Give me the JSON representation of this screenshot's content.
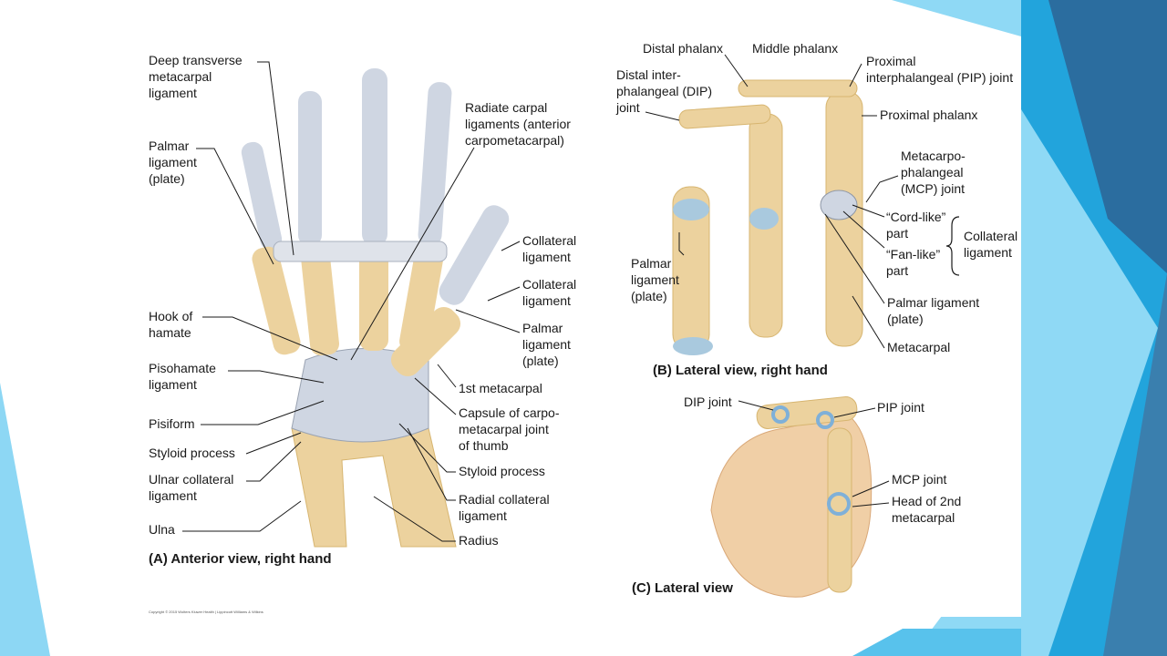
{
  "slide": {
    "copyright": "Copyright © 2015 Wolters Kluwer Health | Lippincott Williams & Wilkins",
    "colors": {
      "bone": "#ecd29e",
      "bone_shade": "#d7b570",
      "ligament": "#cfd6e2",
      "cartilage": "#a9c9de",
      "skin": "#f0cfa6",
      "leader": "#1a1a1a",
      "deco_dark": "#2a6f9e",
      "deco_mid": "#1f95cf",
      "deco_light": "#7fcff0"
    }
  },
  "panel_a": {
    "caption": "(A) Anterior view, right hand",
    "labels": {
      "deep_transverse": "Deep transverse\nmetacarpal\nligament",
      "palmar_left": "Palmar\nligament\n(plate)",
      "radiate": "Radiate carpal\nligaments (anterior\ncarpometacarpal)",
      "collateral_1": "Collateral\nligament",
      "collateral_2": "Collateral\nligament",
      "palmar_right": "Palmar\nligament\n(plate)",
      "hook": "Hook of\nhamate",
      "pisohamate": "Pisohamate\nligament",
      "first_meta": "1st metacarpal",
      "pisiform": "Pisiform",
      "capsule": "Capsule of carpo-\nmetacarpal joint\nof thumb",
      "styloid_l": "Styloid process",
      "ulnar_coll": "Ulnar collateral\nligament",
      "styloid_r": "Styloid process",
      "radial_coll": "Radial collateral\nligament",
      "ulna": "Ulna",
      "radius": "Radius"
    }
  },
  "panel_b": {
    "caption": "(B) Lateral view, right hand",
    "labels": {
      "distal_ph": "Distal phalanx",
      "middle_ph": "Middle phalanx",
      "pip": "Proximal\ninterphalangeal (PIP) joint",
      "dip": "Distal inter-\nphalangeal (DIP)\njoint",
      "proximal_ph": "Proximal phalanx",
      "mcp": "Metacarpo-\nphalangeal\n(MCP) joint",
      "cord": "“Cord-like”\npart",
      "fan": "“Fan-like”\npart",
      "collateral": "Collateral\nligament",
      "palmar_plate": "Palmar\nligament\n(plate)",
      "palmar_plate2": "Palmar ligament\n(plate)",
      "metacarpal": "Metacarpal"
    }
  },
  "panel_c": {
    "caption": "(C) Lateral view",
    "labels": {
      "dip": "DIP joint",
      "pip": "PIP joint",
      "mcp": "MCP joint",
      "head": "Head of 2nd\nmetacarpal"
    }
  }
}
